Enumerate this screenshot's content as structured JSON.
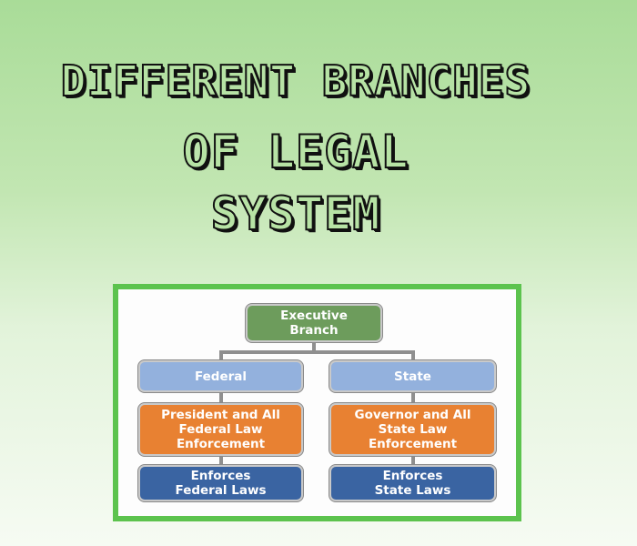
{
  "title": {
    "line1": "DIFFERENT BRANCHES",
    "line2": "OF LEGAL",
    "line3": "SYSTEM"
  },
  "org_chart": {
    "root": "Executive Branch",
    "branches": [
      {
        "name": "Federal",
        "authority": "President and All Federal Law Enforcement",
        "role": "Enforces Federal Laws"
      },
      {
        "name": "State",
        "authority": "Governor and All State Law Enforcement",
        "role": "Enforces State Laws"
      }
    ]
  },
  "colors": {
    "frame": "#5cc34e",
    "root": "#6d9c5c",
    "branch": "#93b1dd",
    "authority": "#e88132",
    "role": "#3a64a2"
  }
}
